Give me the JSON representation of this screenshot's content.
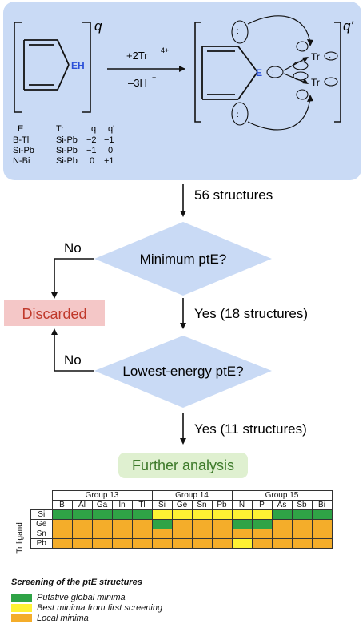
{
  "scheme": {
    "charge_q": "q",
    "charge_qprime": "q'",
    "eh_label": "EH",
    "e_label": "E",
    "tr_label": "Tr",
    "reagent": "+2Tr",
    "reagent_sup": "4+",
    "byproduct": "–3H",
    "byproduct_sup": "+",
    "table": {
      "headers": [
        "E",
        "Tr",
        "q",
        "q'"
      ],
      "rows": [
        [
          "B-Tl",
          "Si-Pb",
          "−2",
          "−1"
        ],
        [
          "Si-Pb",
          "Si-Pb",
          "−1",
          "0"
        ],
        [
          "N-Bi",
          "Si-Pb",
          "0",
          "+1"
        ]
      ]
    }
  },
  "flow": {
    "step1": "56 structures",
    "decision1": "Minimum ptE?",
    "no1": "No",
    "discarded": "Discarded",
    "yes1": "Yes (18 structures)",
    "decision2": "Lowest-energy ptE?",
    "no2": "No",
    "yes2": "Yes (11 structures)",
    "further": "Further analysis"
  },
  "colors": {
    "panel": "#c9daf5",
    "diamond": "#c9daf5",
    "discarded_bg": "#f4c7c7",
    "discarded_text": "#c0392b",
    "further_bg": "#dff0d0",
    "further_text": "#3d7a2a",
    "eh_blue": "#2a4fd8",
    "global": "#2fa346",
    "best": "#fff133",
    "local": "#f4ad2a"
  },
  "grid": {
    "groups": [
      "Group 13",
      "Group 14",
      "Group 15"
    ],
    "columns": [
      "B",
      "Al",
      "Ga",
      "In",
      "Tl",
      "Si",
      "Ge",
      "Sn",
      "Pb",
      "N",
      "P",
      "As",
      "Sb",
      "Bi"
    ],
    "row_axis_label": "Tr ligand",
    "rows": [
      {
        "ligand": "Si",
        "cells": [
          "g",
          "g",
          "g",
          "g",
          "g",
          "y",
          "y",
          "y",
          "y",
          "y",
          "y",
          "g",
          "g",
          "g"
        ]
      },
      {
        "ligand": "Ge",
        "cells": [
          "o",
          "o",
          "o",
          "o",
          "o",
          "g",
          "o",
          "o",
          "o",
          "g",
          "g",
          "o",
          "o",
          "o"
        ]
      },
      {
        "ligand": "Sn",
        "cells": [
          "o",
          "o",
          "o",
          "o",
          "o",
          "o",
          "o",
          "o",
          "o",
          "o",
          "o",
          "o",
          "o",
          "o"
        ]
      },
      {
        "ligand": "Pb",
        "cells": [
          "o",
          "o",
          "o",
          "o",
          "o",
          "o",
          "o",
          "o",
          "o",
          "y",
          "o",
          "o",
          "o",
          "o"
        ]
      }
    ]
  },
  "legend": {
    "title": "Screening of the ptE structures",
    "items": [
      {
        "key": "g",
        "label": "Putative global minima"
      },
      {
        "key": "y",
        "label": "Best minima from first screening"
      },
      {
        "key": "o",
        "label": "Local minima"
      }
    ]
  }
}
